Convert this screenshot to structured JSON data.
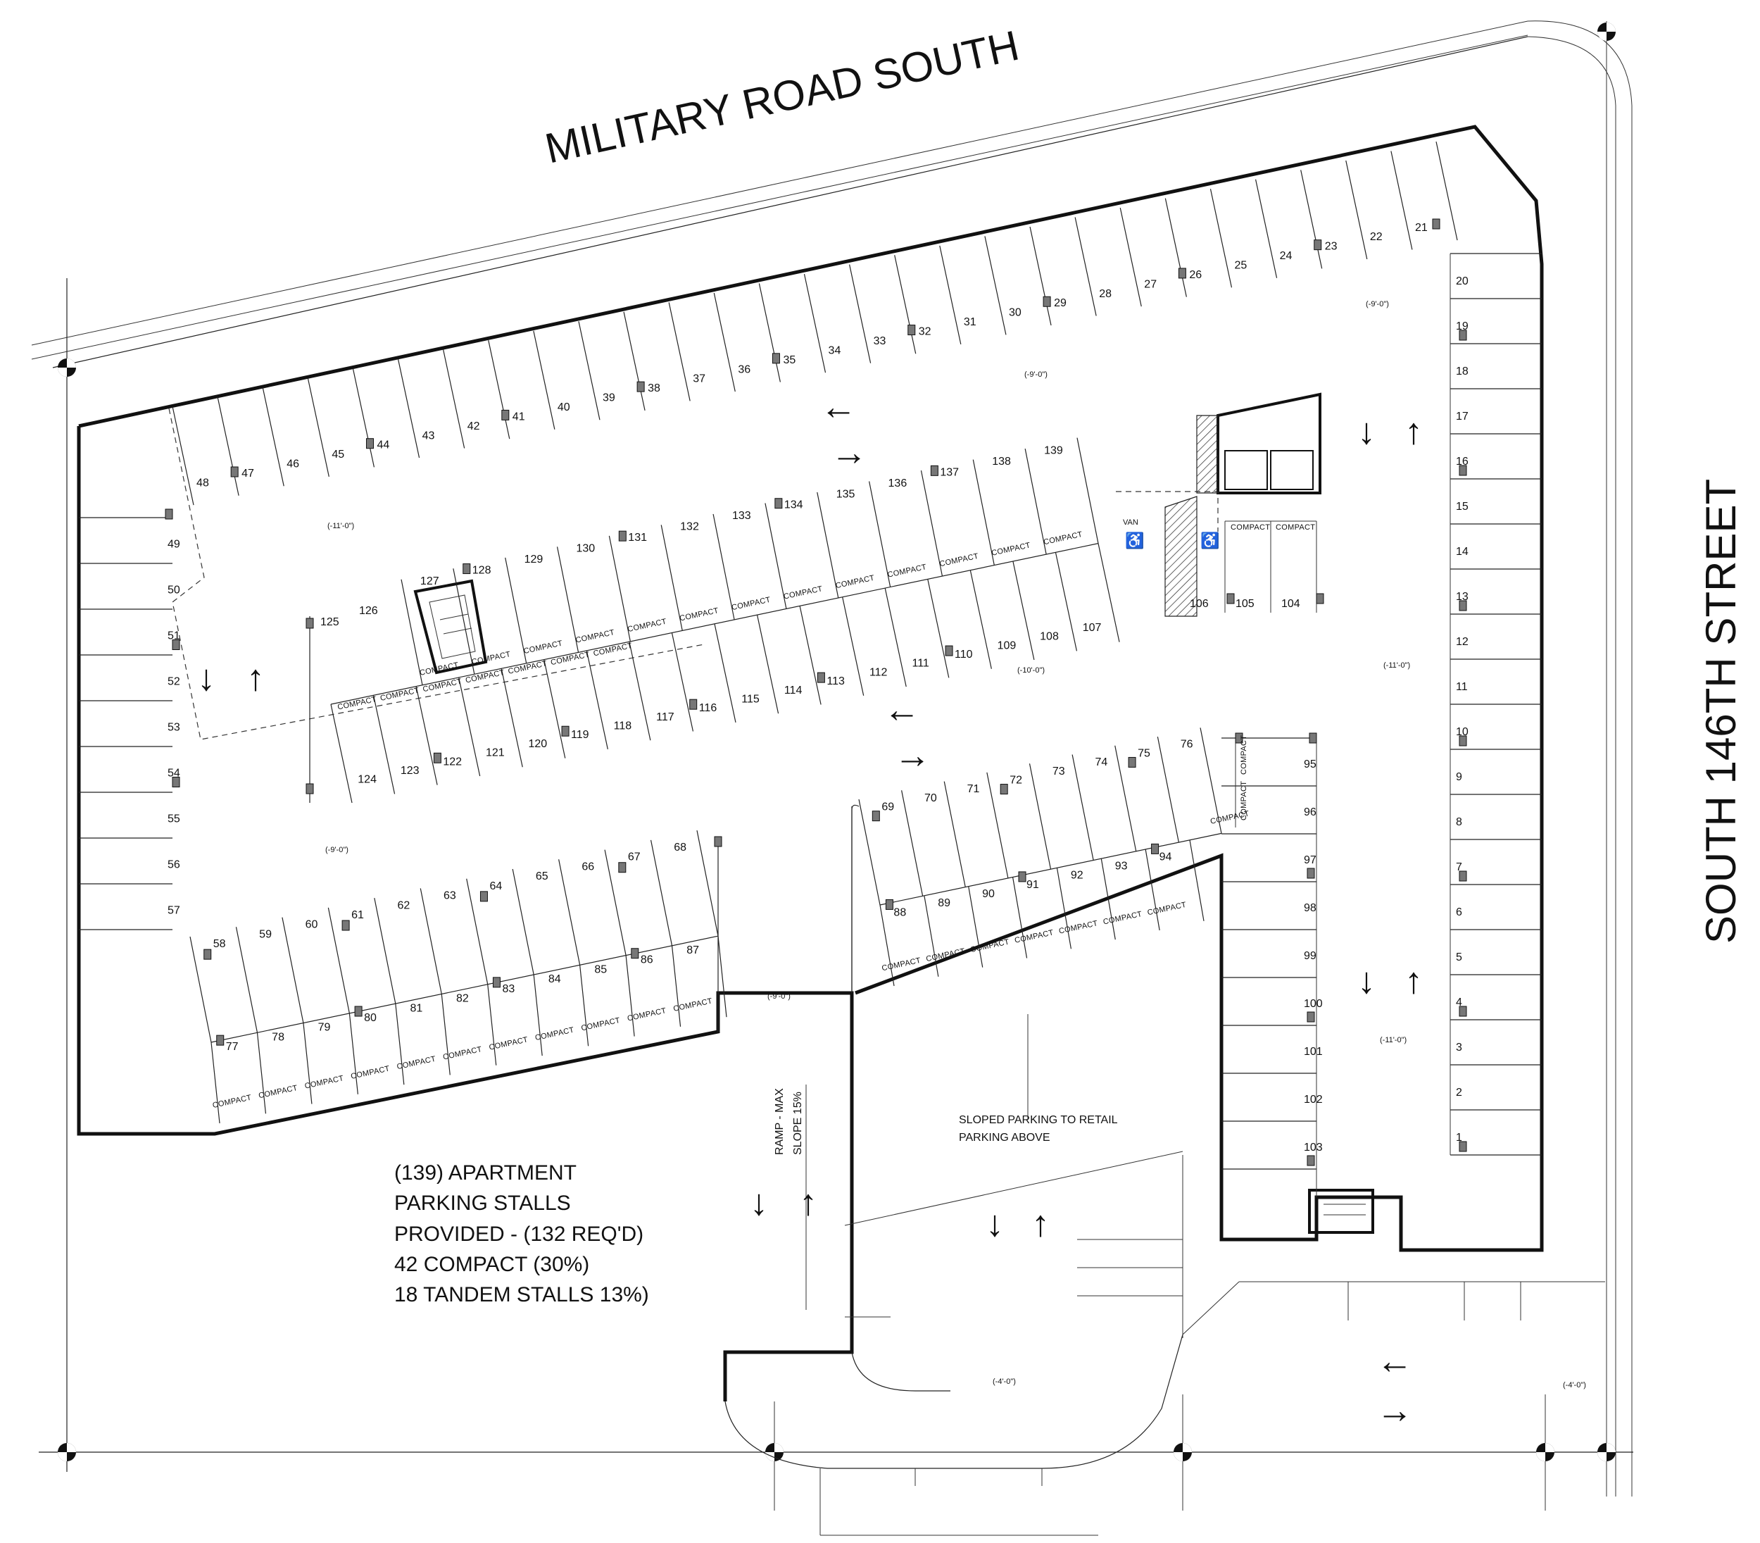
{
  "streets": {
    "north": "MILITARY ROAD SOUTH",
    "east": "SOUTH 146TH STREET"
  },
  "summary": {
    "line1": "(139) APARTMENT",
    "line2": "PARKING STALLS",
    "line3": "PROVIDED - (132 REQ'D)",
    "line4": "42 COMPACT (30%)",
    "line5": "18 TANDEM STALLS 13%)"
  },
  "ramp_note": {
    "line1": "RAMP - MAX",
    "line2": "SLOPE 15%"
  },
  "sloped_note": {
    "line1": "SLOPED PARKING TO RETAIL",
    "line2": "PARKING ABOVE"
  },
  "compact_label": "COMPACT",
  "van_label": "VAN",
  "elevations": {
    "e1": "(-9'-0\")",
    "e2": "(-9'-0\")",
    "e3": "(-11'-0\")",
    "e4": "(-10'-0\")",
    "e5": "(-11'-0\")",
    "e6": "(-9'-0\")",
    "e7": "(-9'-0\")",
    "e8": "(-11'-0\")",
    "e9": "(-4'-0\")",
    "e10": "(-4'-0\")"
  },
  "arrows": {
    "left": "←",
    "right": "→",
    "up": "↑",
    "down": "↓"
  },
  "stalls": {
    "north_row": [
      "21",
      "22",
      "23",
      "24",
      "25",
      "26",
      "27",
      "28",
      "29",
      "30",
      "31",
      "32",
      "33",
      "34",
      "35",
      "36",
      "37",
      "38",
      "39",
      "40",
      "41",
      "42",
      "43",
      "44",
      "45",
      "46",
      "47",
      "48"
    ],
    "east_row": [
      "20",
      "19",
      "18",
      "17",
      "16",
      "15",
      "14",
      "13",
      "12",
      "11",
      "10",
      "9",
      "8",
      "7",
      "6",
      "5",
      "4",
      "3",
      "2",
      "1"
    ],
    "west_row": [
      "49",
      "50",
      "51",
      "52",
      "53",
      "54",
      "55",
      "56",
      "57"
    ],
    "island_top": [
      "127",
      "128",
      "129",
      "130",
      "131",
      "132",
      "133",
      "134",
      "135",
      "136",
      "137",
      "138",
      "139"
    ],
    "island_bottom": [
      "124",
      "123",
      "122",
      "121",
      "120",
      "119",
      "118",
      "117",
      "116",
      "115",
      "114",
      "113",
      "112",
      "111",
      "110",
      "109",
      "108",
      "107"
    ],
    "south_left_top": [
      "58",
      "59",
      "60",
      "61",
      "62",
      "63",
      "64",
      "65",
      "66",
      "67",
      "68"
    ],
    "south_left_bottom": [
      "77",
      "78",
      "79",
      "80",
      "81",
      "82",
      "83",
      "84",
      "85",
      "86",
      "87"
    ],
    "center_top": [
      "69",
      "70",
      "71",
      "72",
      "73",
      "74",
      "75",
      "76"
    ],
    "center_bottom": [
      "88",
      "89",
      "90",
      "91",
      "92",
      "93",
      "94"
    ],
    "east_inner": [
      "95",
      "96",
      "97",
      "98",
      "99",
      "100",
      "101",
      "102",
      "103"
    ],
    "core": [
      "106",
      "105",
      "104",
      "125",
      "126"
    ]
  }
}
